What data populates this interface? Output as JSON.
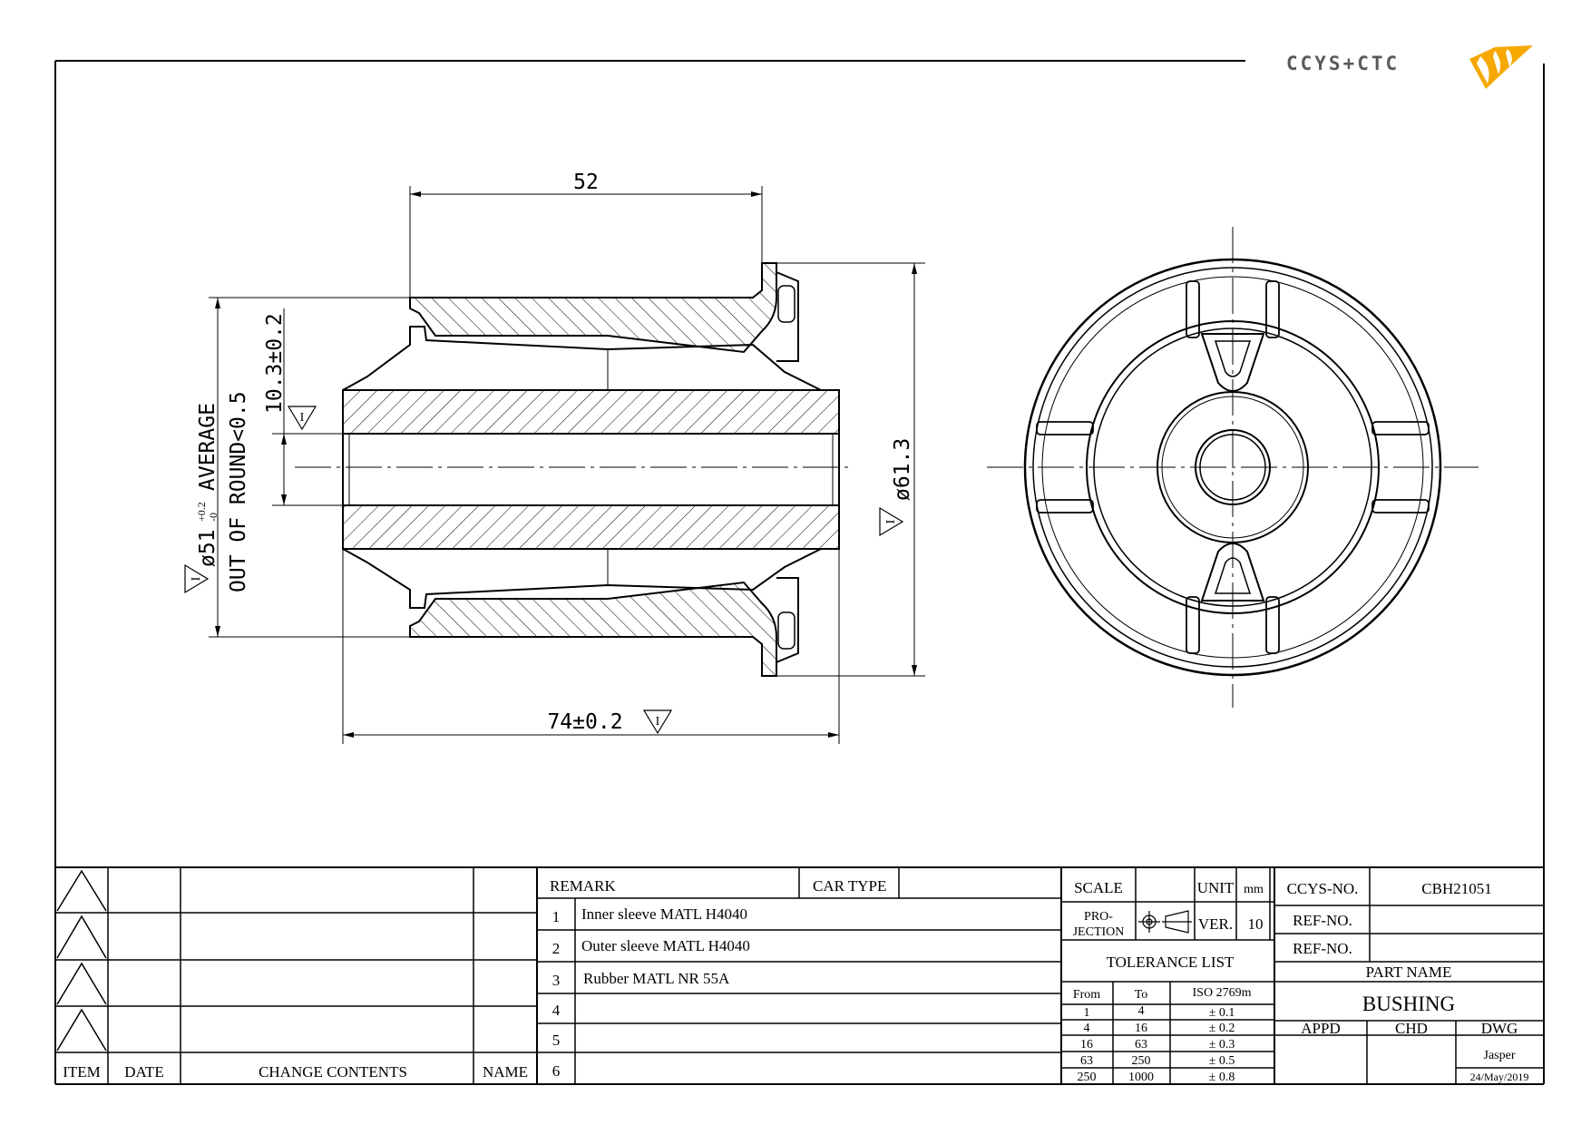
{
  "logo": {
    "text": "CCYS+CTC",
    "accent_color": "#f5a800",
    "mark_icon": "flame-logo-icon"
  },
  "side_view": {
    "dim_length_top": "52",
    "dim_length_overall": "74±0.2",
    "dim_inner_bore": "10.3±0.2",
    "dim_outer_flange": "ø61.3",
    "dim_outer_sleeve": "ø51",
    "dim_outer_sleeve_tol_upper": "+0.2",
    "dim_outer_sleeve_tol_lower": "-0",
    "dim_outer_sleeve_suffix": "AVERAGE",
    "note_roundness": "OUT OF ROUND<0.5",
    "inspection_mark": "I"
  },
  "revision_table": {
    "headers": {
      "item": "ITEM",
      "date": "DATE",
      "change_contents": "CHANGE CONTENTS",
      "name": "NAME"
    }
  },
  "remark_table": {
    "remark_label": "REMARK",
    "car_type_label": "CAR TYPE",
    "car_type_value": "",
    "rows": [
      {
        "no": "1",
        "text": "Inner sleeve MATL H4040"
      },
      {
        "no": "2",
        "text": "Outer sleeve  MATL  H4040"
      },
      {
        "no": "3",
        "text": "Rubber MATL NR 55A"
      },
      {
        "no": "4",
        "text": ""
      },
      {
        "no": "5",
        "text": ""
      },
      {
        "no": "6",
        "text": ""
      }
    ]
  },
  "info_block": {
    "scale_label": "SCALE",
    "scale_value": "",
    "unit_label": "UNIT",
    "unit_value": "mm",
    "projection_label_1": "PRO-",
    "projection_label_2": "JECTION",
    "projection_icon": "third-angle-projection-icon",
    "ver_label": "VER.",
    "ver_value": "10",
    "tolerance_title": "TOLERANCE LIST",
    "tolerance_headers": [
      "From",
      "To",
      "ISO 2769m"
    ],
    "tolerance_rows": [
      [
        "1",
        "4",
        "± 0.1"
      ],
      [
        "4",
        "16",
        "± 0.2"
      ],
      [
        "16",
        "63",
        "± 0.3"
      ],
      [
        "63",
        "250",
        "± 0.5"
      ],
      [
        "250",
        "1000",
        "± 0.8"
      ]
    ]
  },
  "title_block": {
    "ccys_no_label": "CCYS-NO.",
    "ccys_no_value": "CBH21051",
    "ref_no_label_1": "REF-NO.",
    "ref_no_value_1": "",
    "ref_no_label_2": "REF-NO.",
    "ref_no_value_2": "",
    "part_name_label": "PART NAME",
    "part_name_value": "BUSHING",
    "appd_label": "APPD",
    "chd_label": "CHD",
    "dwg_label": "DWG",
    "appd_value": "",
    "chd_value": "",
    "dwg_value": "Jasper",
    "date_value": "24/May/2019"
  }
}
